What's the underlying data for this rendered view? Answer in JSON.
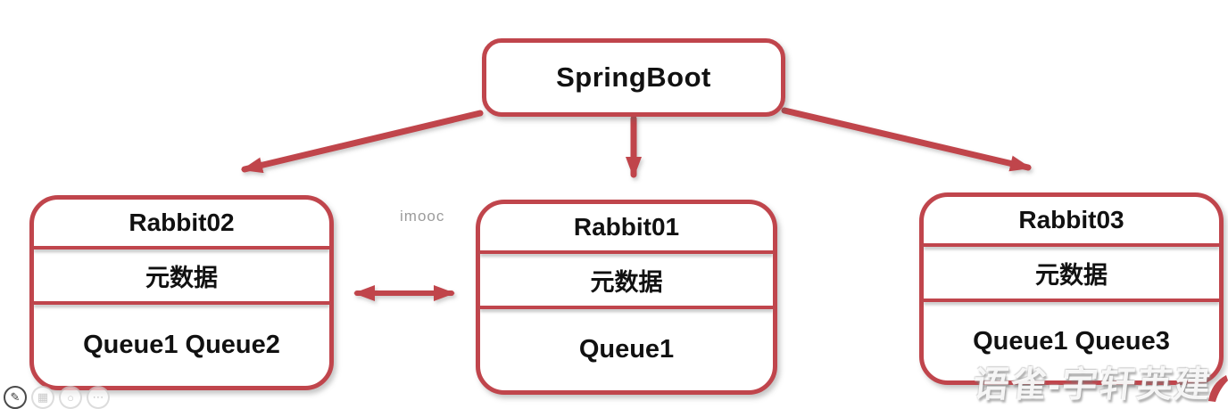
{
  "diagram": {
    "root": {
      "label": "SpringBoot"
    },
    "nodes": [
      {
        "title": "Rabbit02",
        "metadata": "元数据",
        "queues": "Queue1 Queue2"
      },
      {
        "title": "Rabbit01",
        "metadata": "元数据",
        "queues": "Queue1"
      },
      {
        "title": "Rabbit03",
        "metadata": "元数据",
        "queues": "Queue1 Queue3"
      }
    ],
    "edges": [
      {
        "from": "SpringBoot",
        "to": "Rabbit02",
        "direction": "one-way"
      },
      {
        "from": "SpringBoot",
        "to": "Rabbit01",
        "direction": "one-way"
      },
      {
        "from": "SpringBoot",
        "to": "Rabbit03",
        "direction": "one-way"
      },
      {
        "from": "Rabbit02",
        "to": "Rabbit01",
        "direction": "two-way"
      }
    ]
  },
  "watermarks": {
    "imooc": "imooc",
    "yuque": "语雀-宇轩英建"
  },
  "toolbar": {
    "icons": [
      "edit-pencil",
      "image",
      "search",
      "more"
    ]
  },
  "colors": {
    "accent_red": "#c0454c",
    "text": "#111111",
    "watermark_gray": "#9b9b9b"
  }
}
